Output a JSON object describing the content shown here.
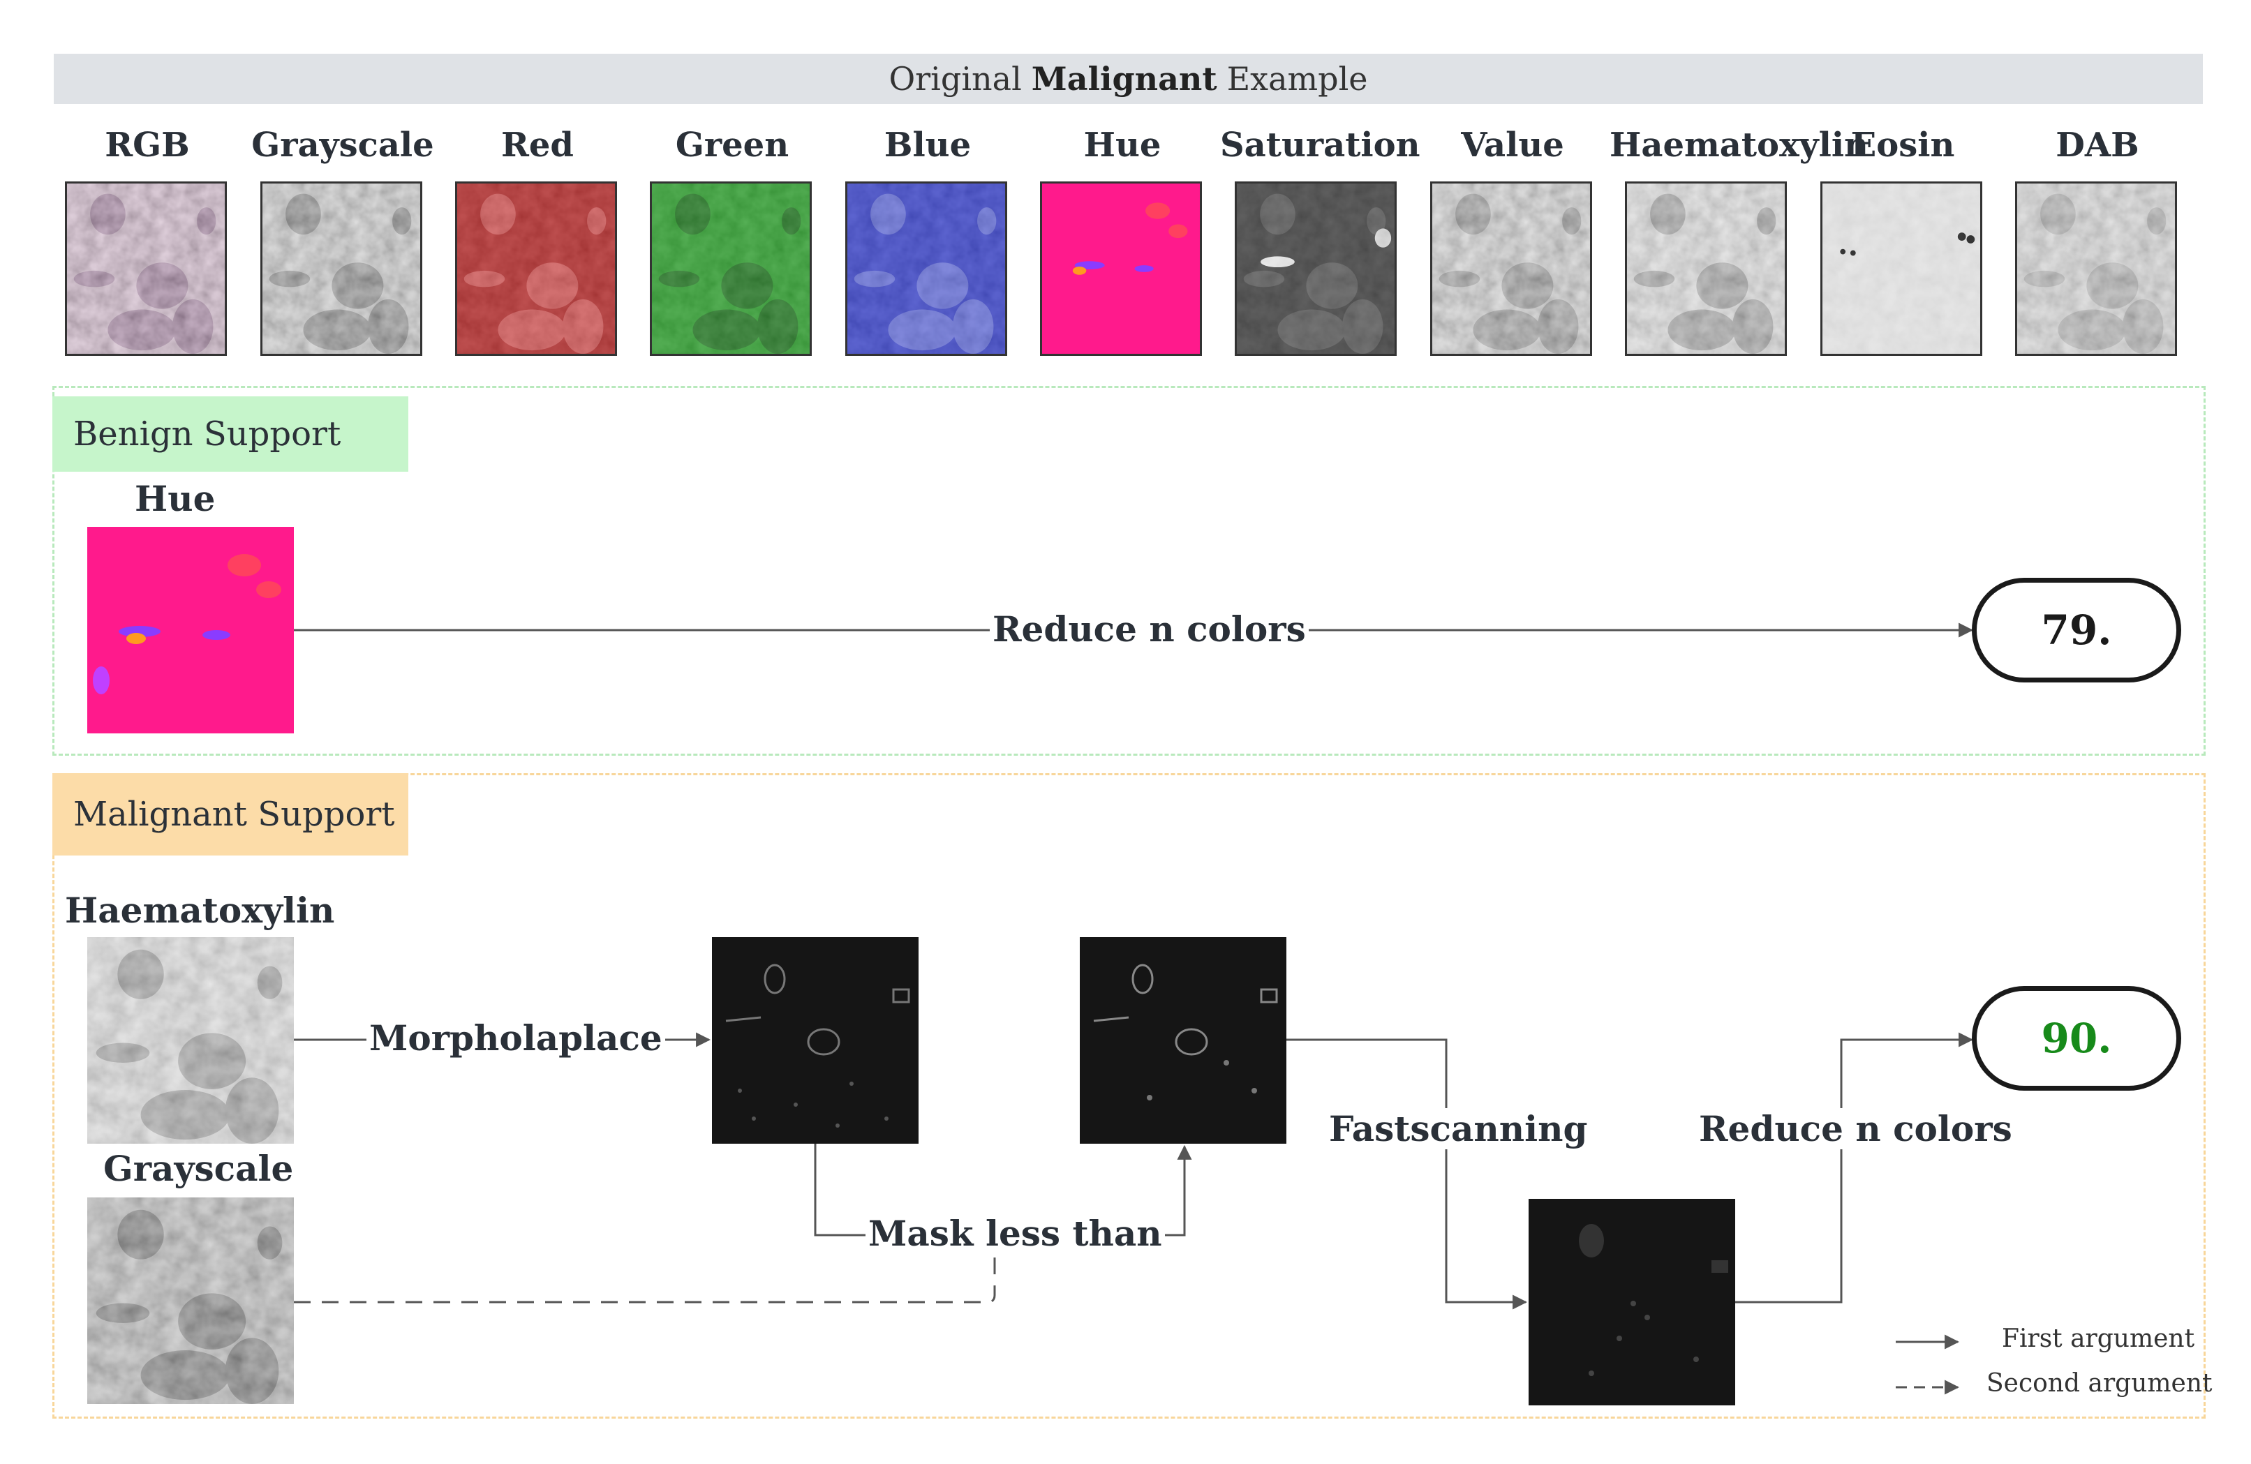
{
  "header": {
    "prefix": "Original",
    "bold": "Malignant",
    "suffix": "Example"
  },
  "channels": [
    "RGB",
    "Grayscale",
    "Red",
    "Green",
    "Blue",
    "Hue",
    "Saturation",
    "Value",
    "Haematoxylin",
    "Eosin",
    "DAB"
  ],
  "benign": {
    "tag": "Benign Support",
    "input_label": "Hue",
    "operation": "Reduce n colors",
    "result": "79."
  },
  "malignant": {
    "tag": "Malignant Support",
    "input1_label": "Haematoxylin",
    "input2_label": "Grayscale",
    "op1": "Morpholaplace",
    "op2": "Mask less than",
    "op3": "Fastscanning",
    "op4": "Reduce n colors",
    "result": "90."
  },
  "legend": {
    "first": "First argument",
    "second": "Second argument"
  },
  "colors": {
    "benign_tag": "#c6f5cb",
    "malignant_tag": "#fcdca8",
    "benign_border": "#b8e9bc",
    "malignant_border": "#f8d69a",
    "result_green": "#178a1a",
    "arrow": "#555555"
  }
}
